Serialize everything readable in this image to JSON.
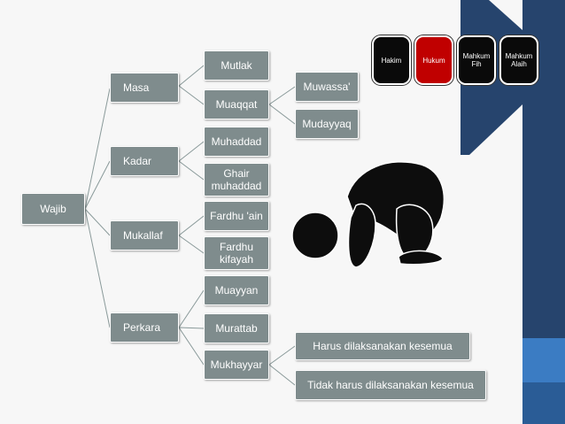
{
  "diagram": {
    "root": "Wajib",
    "categories": [
      {
        "label": "Masa",
        "children": [
          "Mutlak",
          "Muaqqat"
        ],
        "grandchildren": [
          "Muwassa'",
          "Mudayyaq"
        ]
      },
      {
        "label": "Kadar",
        "children": [
          "Muhaddad",
          "Ghair muhaddad"
        ]
      },
      {
        "label": "Mukallaf",
        "children": [
          "Fardhu 'ain",
          "Fardhu kifayah"
        ]
      },
      {
        "label": "Perkara",
        "children": [
          "Muayyan",
          "Murattab",
          "Mukhayyar"
        ],
        "grandchildren": [
          "Harus dilaksanakan kesemua",
          "Tidak harus dilaksanakan kesemua"
        ]
      }
    ]
  },
  "hukum_elements": [
    {
      "label": "Hakim",
      "color": "#0a0a0a"
    },
    {
      "label": "Hukum",
      "color": "#c00000"
    },
    {
      "label": "Mahkum Fih",
      "color": "#0a0a0a"
    },
    {
      "label": "Mahkum Alaih",
      "color": "#0a0a0a"
    }
  ],
  "colors": {
    "node": "#7f8c8d",
    "arrow": "#26446d",
    "band": "#26446d",
    "band_accent": "#3b7cc3",
    "connector": "#8a9a9a"
  },
  "icons": [
    "prostration-figure-icon"
  ]
}
